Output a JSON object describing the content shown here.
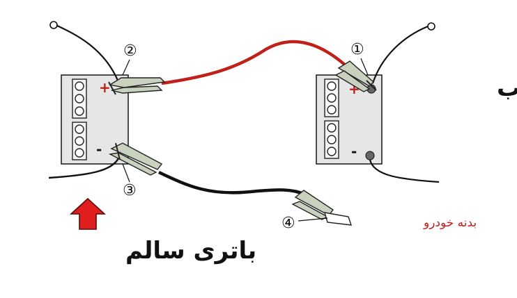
{
  "labels": {
    "dead_battery": "باتری خراب",
    "good_battery": "باتری سالم",
    "car_body": "بدنه خودرو"
  },
  "markers": {
    "step1": "①",
    "step2": "②",
    "step3": "③",
    "step4": "④"
  },
  "terminals": {
    "plus": "+",
    "minus": "-"
  },
  "colors": {
    "positive_cable": "#c0201a",
    "negative_cable": "#111111",
    "battery_case": "#e4e4e4",
    "clamp": "#c9d2bf",
    "arrow": "#e01e1e",
    "car_body_label": "#c0201a"
  }
}
